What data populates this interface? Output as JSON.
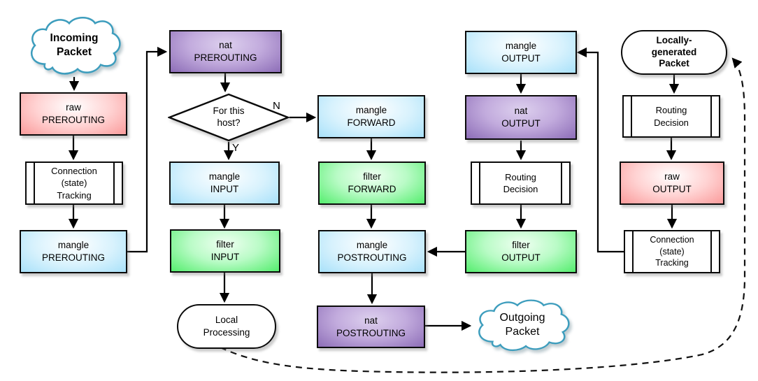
{
  "nodes": {
    "incoming_packet": {
      "line1": "Incoming",
      "line2": "Packet"
    },
    "raw_prerouting": {
      "line1": "raw",
      "line2": "PREROUTING"
    },
    "conn_tracking_in": {
      "line1": "Connection",
      "line2": "(state)",
      "line3": "Tracking"
    },
    "mangle_prerouting": {
      "line1": "mangle",
      "line2": "PREROUTING"
    },
    "nat_prerouting": {
      "line1": "nat",
      "line2": "PREROUTING"
    },
    "mangle_input": {
      "line1": "mangle",
      "line2": "INPUT"
    },
    "filter_input": {
      "line1": "filter",
      "line2": "INPUT"
    },
    "local_processing": {
      "line1": "Local",
      "line2": "Processing"
    },
    "mangle_forward": {
      "line1": "mangle",
      "line2": "FORWARD"
    },
    "filter_forward": {
      "line1": "filter",
      "line2": "FORWARD"
    },
    "mangle_postrouting": {
      "line1": "mangle",
      "line2": "POSTROUTING"
    },
    "nat_postrouting": {
      "line1": "nat",
      "line2": "POSTROUTING"
    },
    "outgoing_packet": {
      "line1": "Outgoing",
      "line2": "Packet"
    },
    "mangle_output": {
      "line1": "mangle",
      "line2": "OUTPUT"
    },
    "nat_output": {
      "line1": "nat",
      "line2": "OUTPUT"
    },
    "routing_decision_mid": {
      "line1": "Routing",
      "line2": "Decision"
    },
    "filter_output": {
      "line1": "filter",
      "line2": "OUTPUT"
    },
    "locally_generated": {
      "line1": "Locally-",
      "line2": "generated",
      "line3": "Packet"
    },
    "routing_decision_out": {
      "line1": "Routing",
      "line2": "Decision"
    },
    "raw_output": {
      "line1": "raw",
      "line2": "OUTPUT"
    },
    "conn_tracking_out": {
      "line1": "Connection",
      "line2": "(state)",
      "line3": "Tracking"
    }
  },
  "decision": {
    "question_line1": "For this",
    "question_line2": "host?",
    "yes_label": "Y",
    "no_label": "N"
  },
  "colors": {
    "raw_table_fill": "#f98383",
    "mangle_table_fill": "#8fd8f7",
    "nat_table_fill": "#6b3f9e",
    "filter_table_fill": "#23dd42",
    "neutral_node_fill": "#ffffff",
    "cloud_outline": "#3d9dbd",
    "connector": "#000000"
  }
}
